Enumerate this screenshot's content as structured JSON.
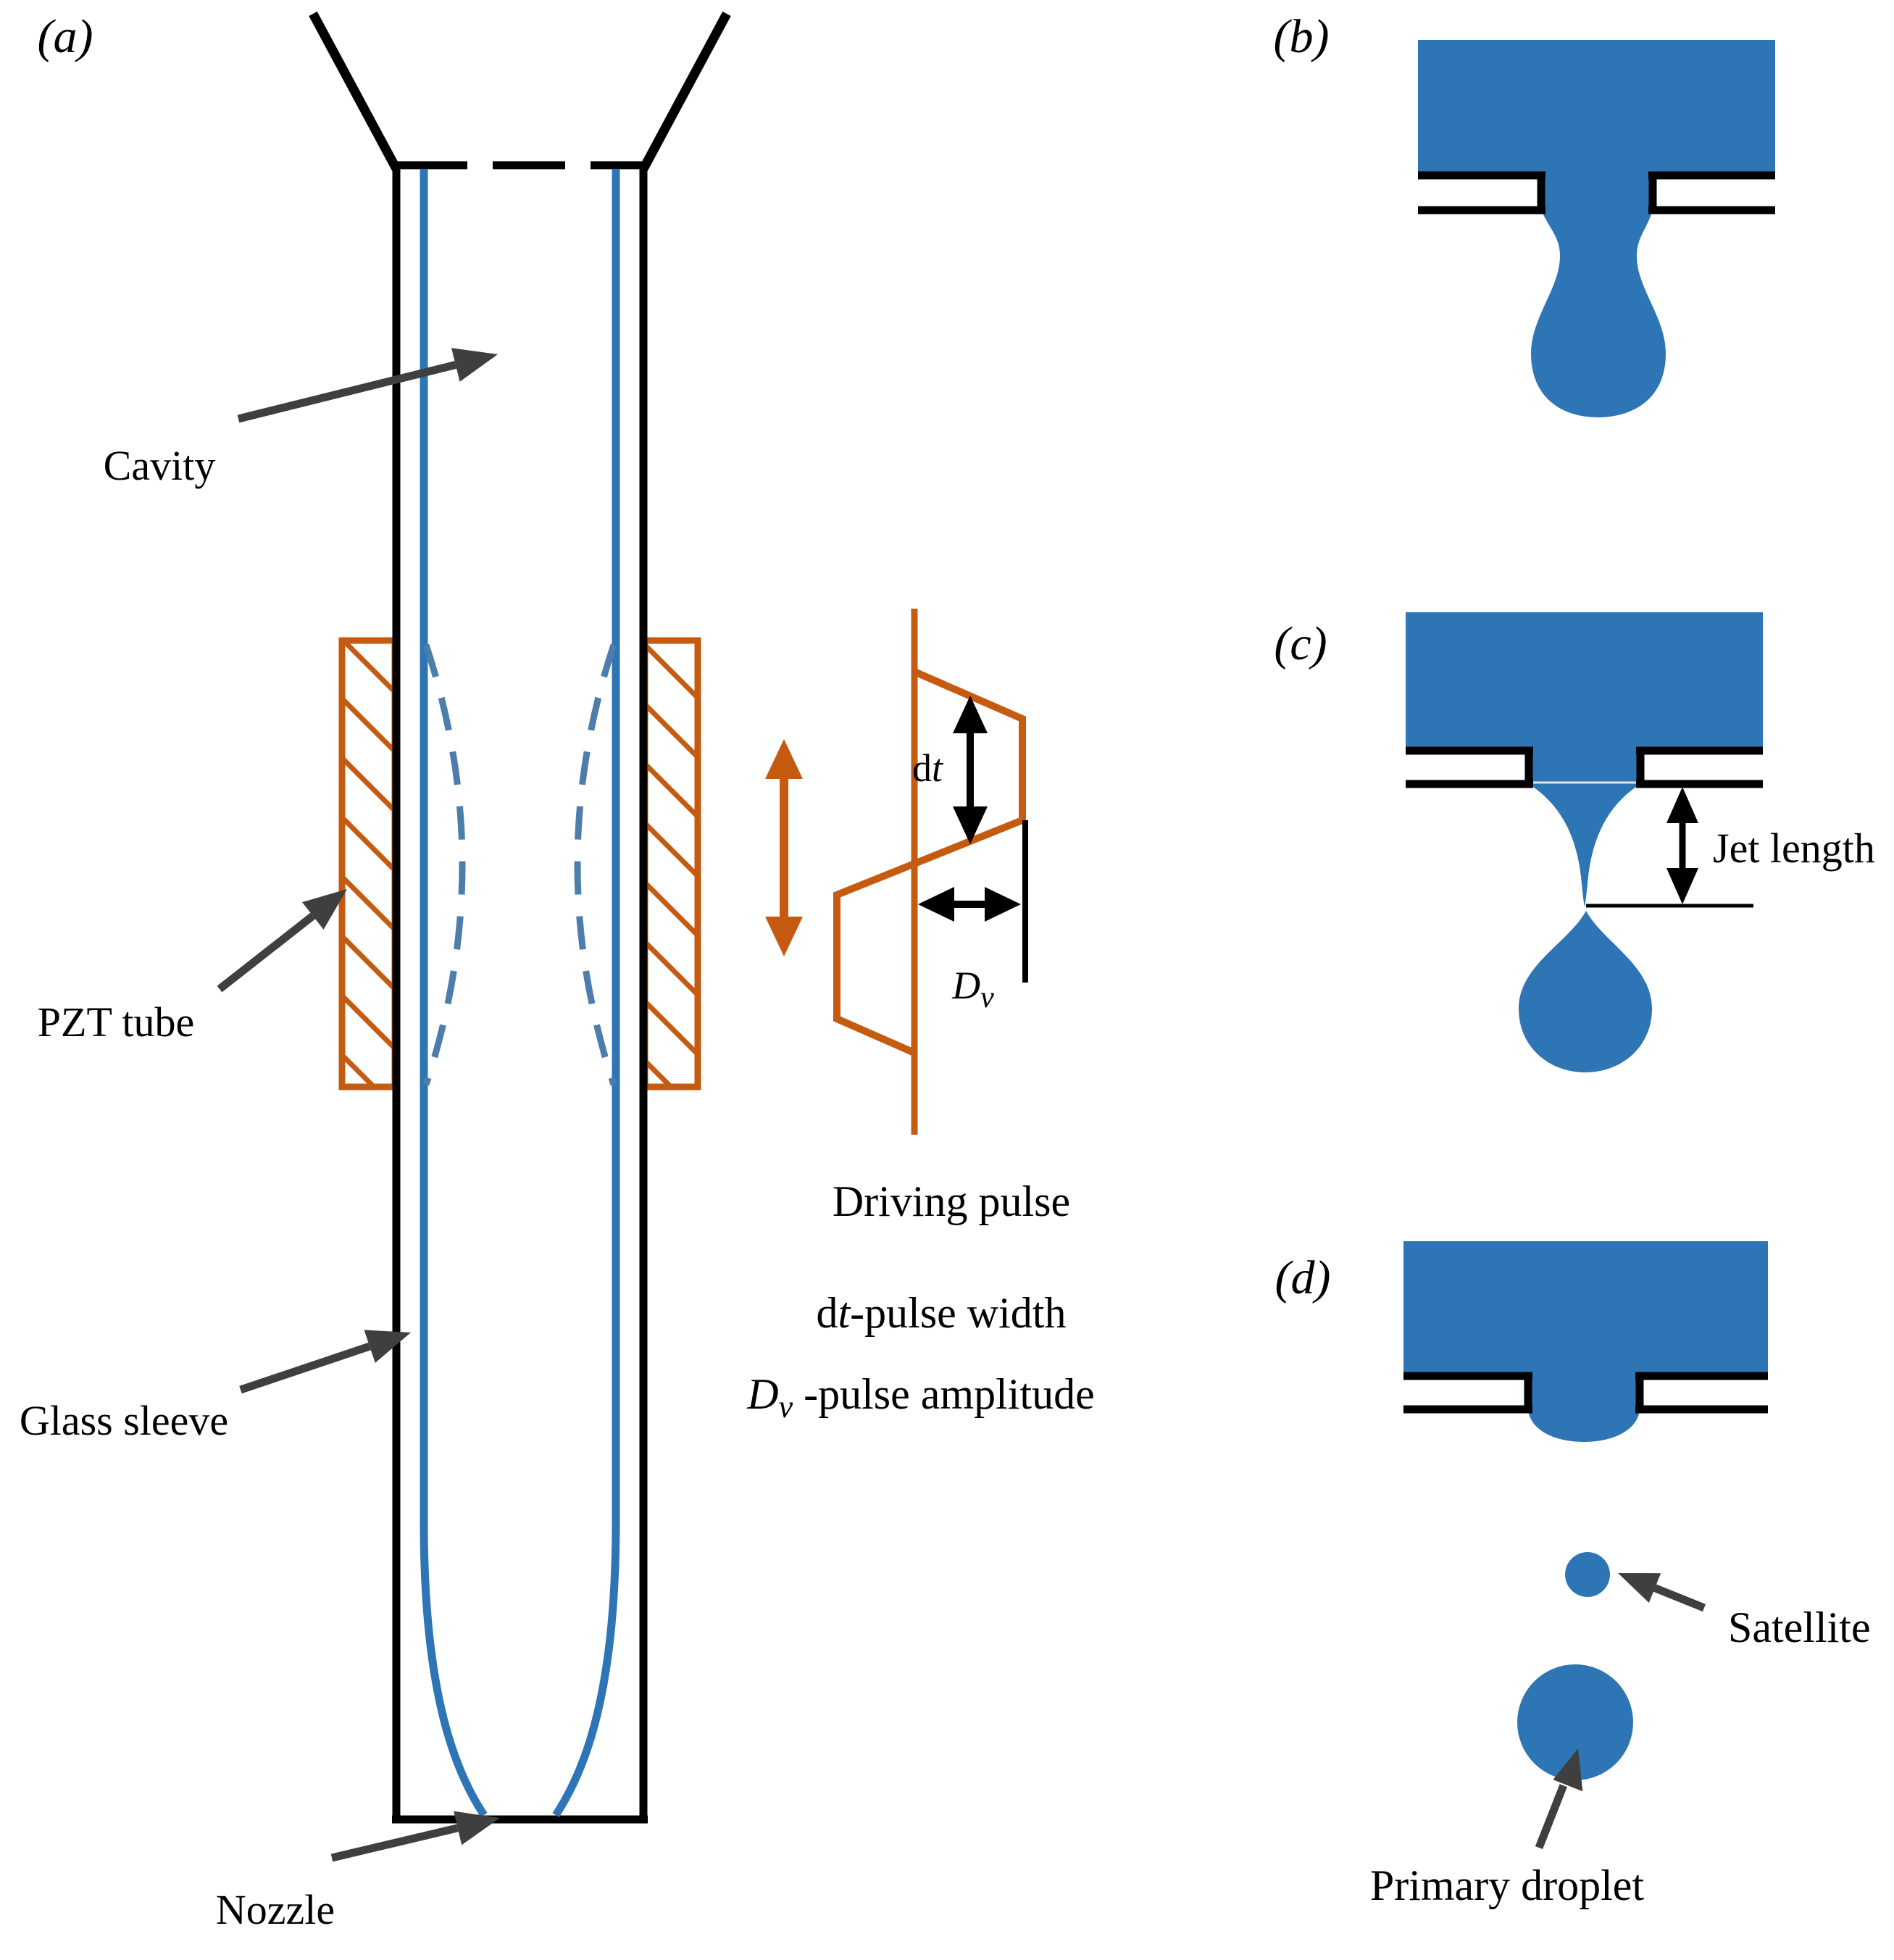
{
  "colors": {
    "liquid_blue": "#2E75B6",
    "deformation_dash_blue": "#4D7DAB",
    "pzt_orange": "#C55A11",
    "arrow_gray": "#3F3F3F",
    "line_black": "#000000"
  },
  "panel_a": {
    "label": "(a)",
    "cavity_label": "Cavity",
    "pzt_label": "PZT tube",
    "glass_label": "Glass sleeve",
    "nozzle_label": "Nozzle",
    "pulse": {
      "title": "Driving pulse",
      "dt_d": "d",
      "dt_t": "t",
      "dt_legend_rest": "-pulse width",
      "dv_D": "D",
      "dv_v": "v",
      "dv_legend_rest": " -pulse amplitude"
    }
  },
  "panel_b": {
    "label": "(b)"
  },
  "panel_c": {
    "label": "(c)",
    "jet_length_label": "Jet length"
  },
  "panel_d": {
    "label": "(d)",
    "satellite_label": "Satellite",
    "primary_label": "Primary droplet"
  }
}
